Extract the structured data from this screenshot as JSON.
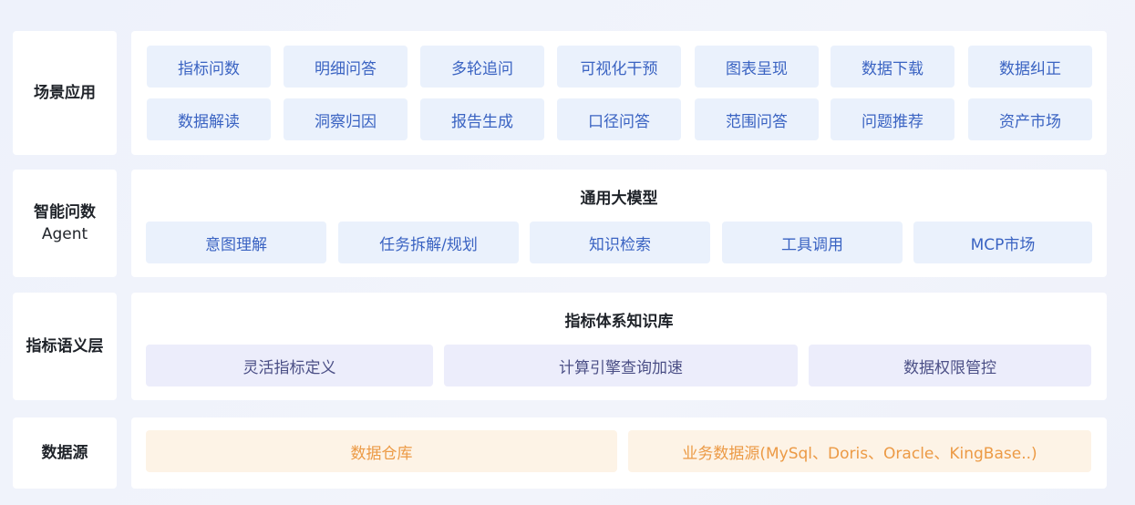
{
  "layers": {
    "scene": {
      "label": "场景应用",
      "row1": [
        "指标问数",
        "明细问答",
        "多轮追问",
        "可视化干预",
        "图表呈现",
        "数据下载",
        "数据纠正"
      ],
      "row2": [
        "数据解读",
        "洞察归因",
        "报告生成",
        "口径问答",
        "范围问答",
        "问题推荐",
        "资产市场"
      ]
    },
    "agent": {
      "label_line1": "智能问数",
      "label_line2": "Agent",
      "title": "通用大模型",
      "items": [
        "意图理解",
        "任务拆解/规划",
        "知识检索",
        "工具调用",
        "MCP市场"
      ]
    },
    "semantic": {
      "label": "指标语义层",
      "title": "指标体系知识库",
      "items": [
        "灵活指标定义",
        "计算引擎查询加速",
        "数据权限管控"
      ]
    },
    "datasource": {
      "label": "数据源",
      "items": [
        "数据仓库",
        "业务数据源(MySql、Doris、Oracle、KingBase..)"
      ]
    }
  },
  "colors": {
    "blue_chip_bg": "#eaf1fc",
    "blue_chip_text": "#3a63c2",
    "purple_chip_bg": "#ecedfb",
    "purple_chip_text": "#4b4f86",
    "orange_chip_bg": "#fdf3e6",
    "orange_chip_text": "#ec9a45"
  }
}
